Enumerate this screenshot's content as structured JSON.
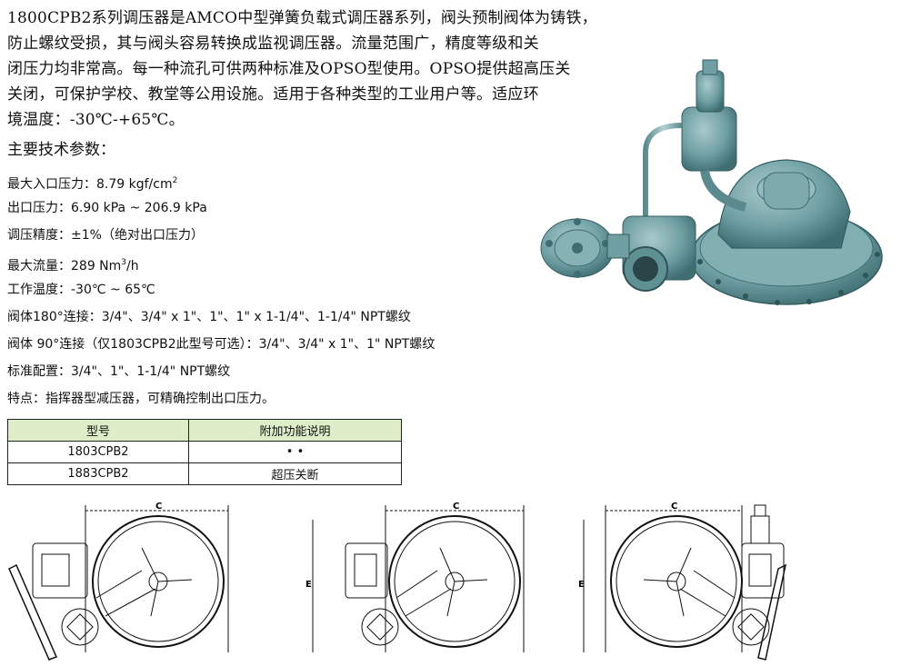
{
  "intro": {
    "lines": [
      "1800CPB2系列调压器是AMCO中型弹簧负载式调压器系列，阀头预制阀体为铸铁，",
      "防止螺纹受损，其与阀头容易转换成监视调压器。流量范围广，精度等级和关",
      "闭压力均非常高。每一种流孔可供两种标准及OPSO型使用。OPSO提供超高压关",
      "关闭，可保护学校、教堂等公用设施。适用于各种类型的工业用户等。适应环",
      "境温度：-30℃-+65℃。"
    ]
  },
  "specs": {
    "title": "主要技术参数：",
    "max_inlet_label": "最大入口压力：",
    "max_inlet_value": "8.79 kgf/cm",
    "max_inlet_sup": "2",
    "outlet_label": "出口压力：",
    "outlet_value": "6.90 kPa ~ 206.9 kPa",
    "accuracy_label": "调压精度：",
    "accuracy_value": "±1%（绝对出口压力）",
    "max_flow_label": "最大流量：",
    "max_flow_value": "289 Nm",
    "max_flow_sup": "3",
    "max_flow_unit": "/h",
    "temp_label": "工作温度：",
    "temp_value": "-30℃ ~ 65℃",
    "body180": "阀体180°连接：3/4\"、3/4\" x 1\"、1\"、1\" x 1-1/4\"、1-1/4\" NPT螺纹",
    "body90": "阀体 90°连接（仅1803CPB2此型号可选）：3/4\"、3/4\" x 1\"、1\" NPT螺纹",
    "standard": "标准配置：3/4\"、1\"、1-1/4\" NPT螺纹",
    "feature": "特点：指挥器型减压器，可精确控制出口压力。"
  },
  "table": {
    "headers": [
      "型号",
      "附加功能说明"
    ],
    "rows": [
      [
        "1803CPB2",
        "• •"
      ],
      [
        "1883CPB2",
        "超压关断"
      ]
    ]
  },
  "drawings": {
    "c_label": "C",
    "e_label": "E"
  },
  "colors": {
    "regulator_body": "#6f9fa3",
    "table_header": "#ddeec8"
  }
}
